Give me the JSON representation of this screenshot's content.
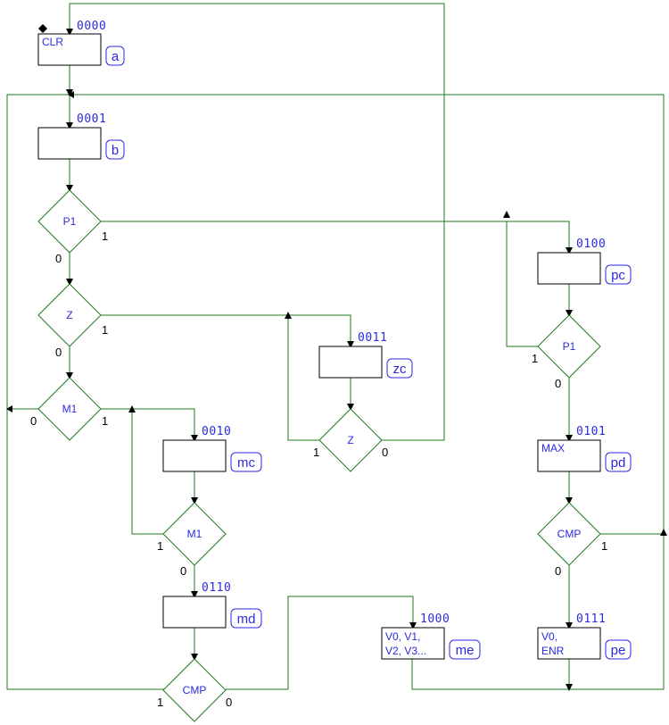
{
  "states": [
    {
      "id": "a",
      "code": "0000",
      "lines": [
        "CLR"
      ],
      "tag": "a"
    },
    {
      "id": "b",
      "code": "0001",
      "lines": [],
      "tag": "b"
    },
    {
      "id": "pc",
      "code": "0100",
      "lines": [],
      "tag": "pc"
    },
    {
      "id": "zc",
      "code": "0011",
      "lines": [],
      "tag": "zc"
    },
    {
      "id": "mc",
      "code": "0010",
      "lines": [],
      "tag": "mc"
    },
    {
      "id": "pd",
      "code": "0101",
      "lines": [
        "MAX"
      ],
      "tag": "pd"
    },
    {
      "id": "md",
      "code": "0110",
      "lines": [],
      "tag": "md"
    },
    {
      "id": "me",
      "code": "1000",
      "lines": [
        "V0, V1,",
        "V2, V3..."
      ],
      "tag": "me"
    },
    {
      "id": "pe",
      "code": "0111",
      "lines": [
        "V0,",
        "ENR"
      ],
      "tag": "pe"
    }
  ],
  "decisions": [
    {
      "id": "p1a",
      "label": "P1",
      "zero": "0",
      "one": "1"
    },
    {
      "id": "za",
      "label": "Z",
      "zero": "0",
      "one": "1"
    },
    {
      "id": "m1a",
      "label": "M1",
      "zero": "0",
      "one": "1"
    },
    {
      "id": "zb",
      "label": "Z",
      "zero": "0",
      "one": "1"
    },
    {
      "id": "m1b",
      "label": "M1",
      "zero": "0",
      "one": "1"
    },
    {
      "id": "p1b",
      "label": "P1",
      "zero": "0",
      "one": "1"
    },
    {
      "id": "cmpa",
      "label": "CMP",
      "zero": "0",
      "one": "1"
    },
    {
      "id": "cmpb",
      "label": "CMP",
      "zero": "0",
      "one": "1"
    }
  ]
}
